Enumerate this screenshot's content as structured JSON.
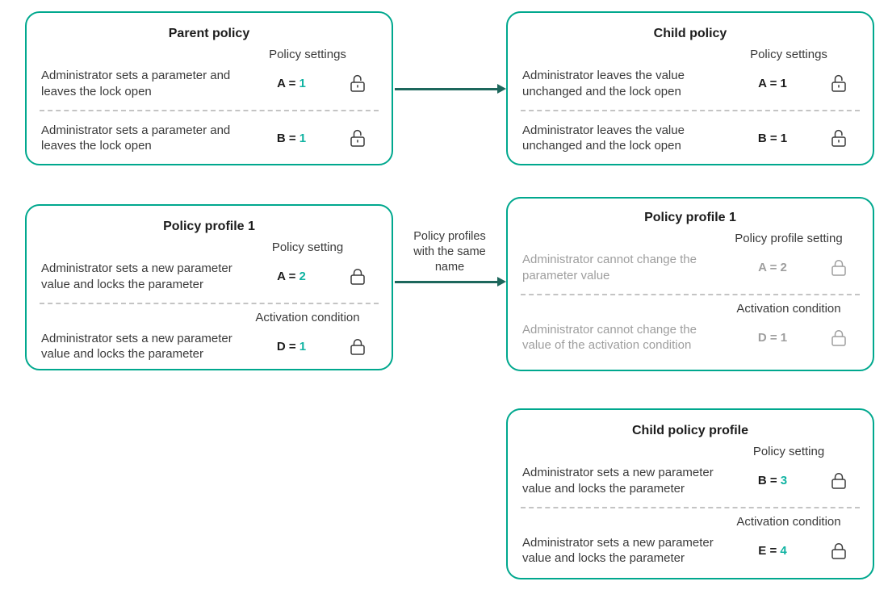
{
  "colors": {
    "box_border": "#00A88E",
    "arrow": "#1D675C",
    "accent_value": "#10B3A2",
    "muted": "#9E9E9E",
    "divider": "#C4C4C4"
  },
  "diagram": {
    "arrow_label": "Policy profiles with the same name",
    "boxes": [
      {
        "id": "parent-policy",
        "title": "Parent policy",
        "rows": [
          {
            "heading": "Policy settings",
            "desc": "Administrator sets a parameter and leaves the lock open",
            "param": "A =",
            "value": "1",
            "lock": "open"
          },
          {
            "desc": "Administrator sets a parameter and  leaves the lock open",
            "param": "B =",
            "value": "1",
            "lock": "open"
          }
        ]
      },
      {
        "id": "child-policy",
        "title": "Child policy",
        "rows": [
          {
            "heading": "Policy settings",
            "desc": "Administrator leaves the value unchanged and the lock open",
            "param": "A =",
            "value": "1",
            "lock": "open"
          },
          {
            "desc": "Administrator leaves the value unchanged and the lock open",
            "param": "B =",
            "value": "1",
            "lock": "open"
          }
        ]
      },
      {
        "id": "policy-profile-1",
        "title": "Policy profile 1",
        "rows": [
          {
            "heading": "Policy setting",
            "desc": "Administrator sets a new parameter value and locks the parameter",
            "param": "A =",
            "value": "2",
            "lock": "closed"
          },
          {
            "heading": "Activation condition",
            "desc": "Administrator sets a new parameter value and locks the parameter",
            "param": "D =",
            "value": "1",
            "lock": "closed"
          }
        ]
      },
      {
        "id": "policy-profile-1-child",
        "title": "Policy profile 1",
        "rows": [
          {
            "heading": "Policy profile setting",
            "desc": "Administrator cannot change the parameter value",
            "param": "A =",
            "value": "2",
            "lock": "closed"
          },
          {
            "heading": "Activation condition",
            "desc": "Administrator cannot change the value of the activation condition",
            "param": "D =",
            "value": "1",
            "lock": "closed"
          }
        ]
      },
      {
        "id": "child-policy-profile",
        "title": "Child policy profile",
        "rows": [
          {
            "heading": "Policy setting",
            "desc": "Administrator sets a new parameter value and locks the parameter",
            "param": "B =",
            "value": "3",
            "lock": "closed"
          },
          {
            "heading": "Activation condition",
            "desc": "Administrator sets a new parameter value and locks the parameter",
            "param": "E =",
            "value": "4",
            "lock": "closed"
          }
        ]
      }
    ]
  }
}
